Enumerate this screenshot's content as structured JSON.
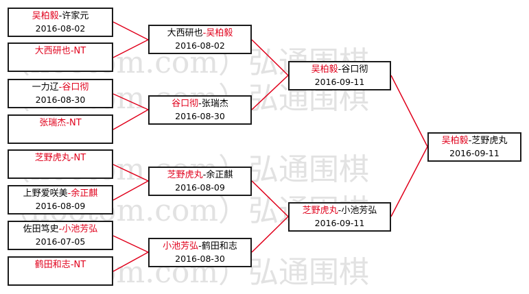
{
  "watermark": "（hootom.com）弘通围棋",
  "round1": [
    {
      "left": "吴柏毅",
      "sep": "-",
      "right": "许家元",
      "winner": "left",
      "date": "2016-08-02"
    },
    {
      "left": "大西研也",
      "sep": "-",
      "right": "NT",
      "winner": "left",
      "date": ""
    },
    {
      "left": "一力辽",
      "sep": "-",
      "right": "谷口彻",
      "winner": "right",
      "date": "2016-08-30"
    },
    {
      "left": "张瑞杰",
      "sep": "-",
      "right": "NT",
      "winner": "left",
      "date": ""
    },
    {
      "left": "芝野虎丸",
      "sep": "-",
      "right": "NT",
      "winner": "left",
      "date": ""
    },
    {
      "left": "上野爱咲美",
      "sep": "-",
      "right": "余正麒",
      "winner": "right",
      "date": "2016-08-09"
    },
    {
      "left": "佐田笃史",
      "sep": "-",
      "right": "小池芳弘",
      "winner": "right",
      "date": "2016-07-05"
    },
    {
      "left": "鹤田和志",
      "sep": "-",
      "right": "NT",
      "winner": "left",
      "date": ""
    }
  ],
  "round2": [
    {
      "left": "大西研也",
      "sep": "-",
      "right": "吴柏毅",
      "winner": "right",
      "date": "2016-08-02"
    },
    {
      "left": "谷口彻",
      "sep": "-",
      "right": "张瑞杰",
      "winner": "left",
      "date": "2016-08-30"
    },
    {
      "left": "芝野虎丸",
      "sep": "-",
      "right": "余正麒",
      "winner": "left",
      "date": "2016-08-09"
    },
    {
      "left": "小池芳弘",
      "sep": "-",
      "right": "鹤田和志",
      "winner": "left",
      "date": "2016-08-30"
    }
  ],
  "round3": [
    {
      "left": "吴柏毅",
      "sep": "-",
      "right": "谷口彻",
      "winner": "left",
      "date": "2016-09-11"
    },
    {
      "left": "芝野虎丸",
      "sep": "-",
      "right": "小池芳弘",
      "winner": "left",
      "date": "2016-09-11"
    }
  ],
  "final": [
    {
      "left": "吴柏毅",
      "sep": "-",
      "right": "芝野虎丸",
      "winner": "left",
      "date": "2016-09-11"
    }
  ],
  "colors": {
    "winner": "#e0001b",
    "line": "#e0001b",
    "border": "#1a1a1a",
    "watermark": "#e2e2e2"
  }
}
